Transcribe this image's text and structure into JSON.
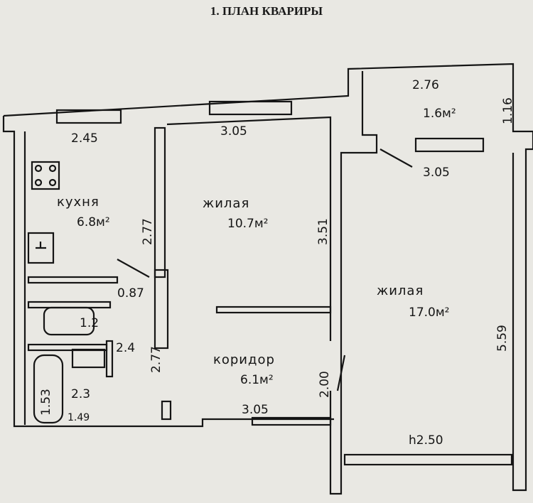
{
  "title": "1. ПЛАН КВАРИРЫ",
  "rooms": {
    "kitchen": {
      "name": "кухня",
      "area": "6.8м²",
      "width": "2.45",
      "depth": "2.77"
    },
    "living1": {
      "name": "жилая",
      "area": "10.7м²",
      "width": "3.05",
      "depth": "3.51"
    },
    "balcony": {
      "width": "2.76",
      "area": "1.6м²",
      "depth": "1.16"
    },
    "living2": {
      "name": "жилая",
      "area": "17.0м²",
      "width": "3.05",
      "depth": "5.59"
    },
    "corridor": {
      "name": "коридор",
      "area": "6.1м²",
      "depth": "2.77",
      "width": "3.05",
      "door": "2.00"
    },
    "pantry": {
      "width": "0.87"
    },
    "toilet": {
      "area": "1.2"
    },
    "bath": {
      "area": "2.3",
      "tub": "1.53",
      "width": "1.49",
      "depth": "2.4"
    }
  },
  "ceiling_height": "h2.50"
}
